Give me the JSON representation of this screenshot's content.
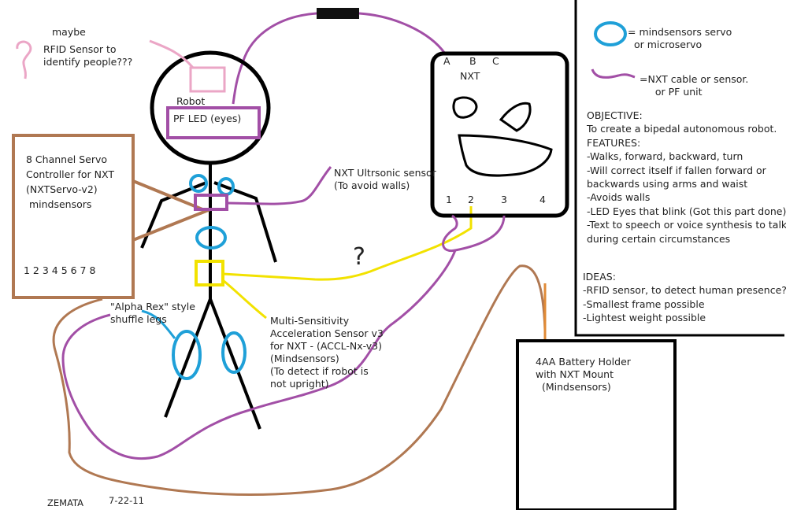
{
  "colors": {
    "nxt_cable": "#a24fa6",
    "servo": "#1fa0d8",
    "brown_cable": "#b07852",
    "yellow_cable": "#f2e200",
    "rfid_pink": "#eba6c6",
    "battery_link": "#e08a36"
  },
  "notes": {
    "maybe": "maybe",
    "rfid": "RFID Sensor to\nidentify people???",
    "robot": "Robot",
    "pf_led": "PF LED (eyes)",
    "servo_controller": "8 Channel Servo\nController for NXT\n(NXTServo-v2)\n mindsensors",
    "servo_ports": "1 2 3 4 5 6 7 8",
    "alpha_rex": "\"Alpha Rex\" style\nshuffle legs",
    "ultrasonic": "NXT Ultrsonic sensor\n(To avoid walls)",
    "accel": "Multi-Sensitivity\nAcceleration Sensor v3\nfor NXT - (ACCL-Nx-v3)\n(Mindsensors)\n(To detect if robot is\nnot upright)",
    "question": "?",
    "battery": "4AA Battery Holder\nwith NXT Mount\n  (Mindsensors)",
    "author": "ZEMATA",
    "date": "7-22-11"
  },
  "nxt": {
    "title": "NXT",
    "port_a": "A",
    "port_b": "B",
    "port_c": "C",
    "port_1": "1",
    "port_2": "2",
    "port_3": "3",
    "port_4": "4"
  },
  "legend": {
    "servo": "= mindsensors servo\n  or microservo",
    "cable": "=NXT cable or sensor.\n     or PF unit"
  },
  "objective": {
    "text": "OBJECTIVE:\nTo create a bipedal autonomous robot.\nFEATURES:\n-Walks, forward, backward, turn\n-Will correct itself if fallen forward or\nbackwards using arms and waist\n-Avoids walls\n-LED Eyes that blink (Got this part done)\n-Text to speech or voice synthesis to talk\nduring certain circumstances"
  },
  "ideas": {
    "text": "IDEAS:\n-RFID sensor, to detect human presence?\n-Smallest frame possible\n-Lightest weight possible"
  }
}
